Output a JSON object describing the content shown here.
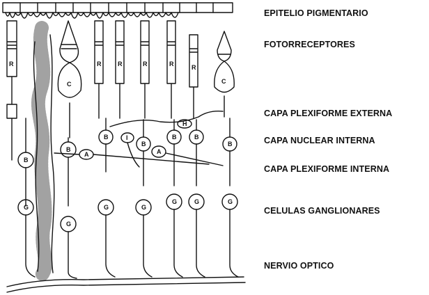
{
  "labels": {
    "epitelio": "EPITELIO PIGMENTARIO",
    "fotorreceptores": "FOTORRECEPTORES",
    "plexiforme_externa": "CAPA PLEXIFORME EXTERNA",
    "nuclear_interna": "CAPA NUCLEAR INTERNA",
    "plexiforme_interna": "CAPA PLEXIFORME INTERNA",
    "ganglionares": "CELULAS GANGLIONARES",
    "nervio_optico": "NERVIO OPTICO"
  },
  "cell_letters": {
    "rod": "R",
    "cone": "C",
    "bipolar": "B",
    "horizontal": "H",
    "amacrine": "A",
    "interplexiform": "I",
    "ganglion": "G"
  }
}
